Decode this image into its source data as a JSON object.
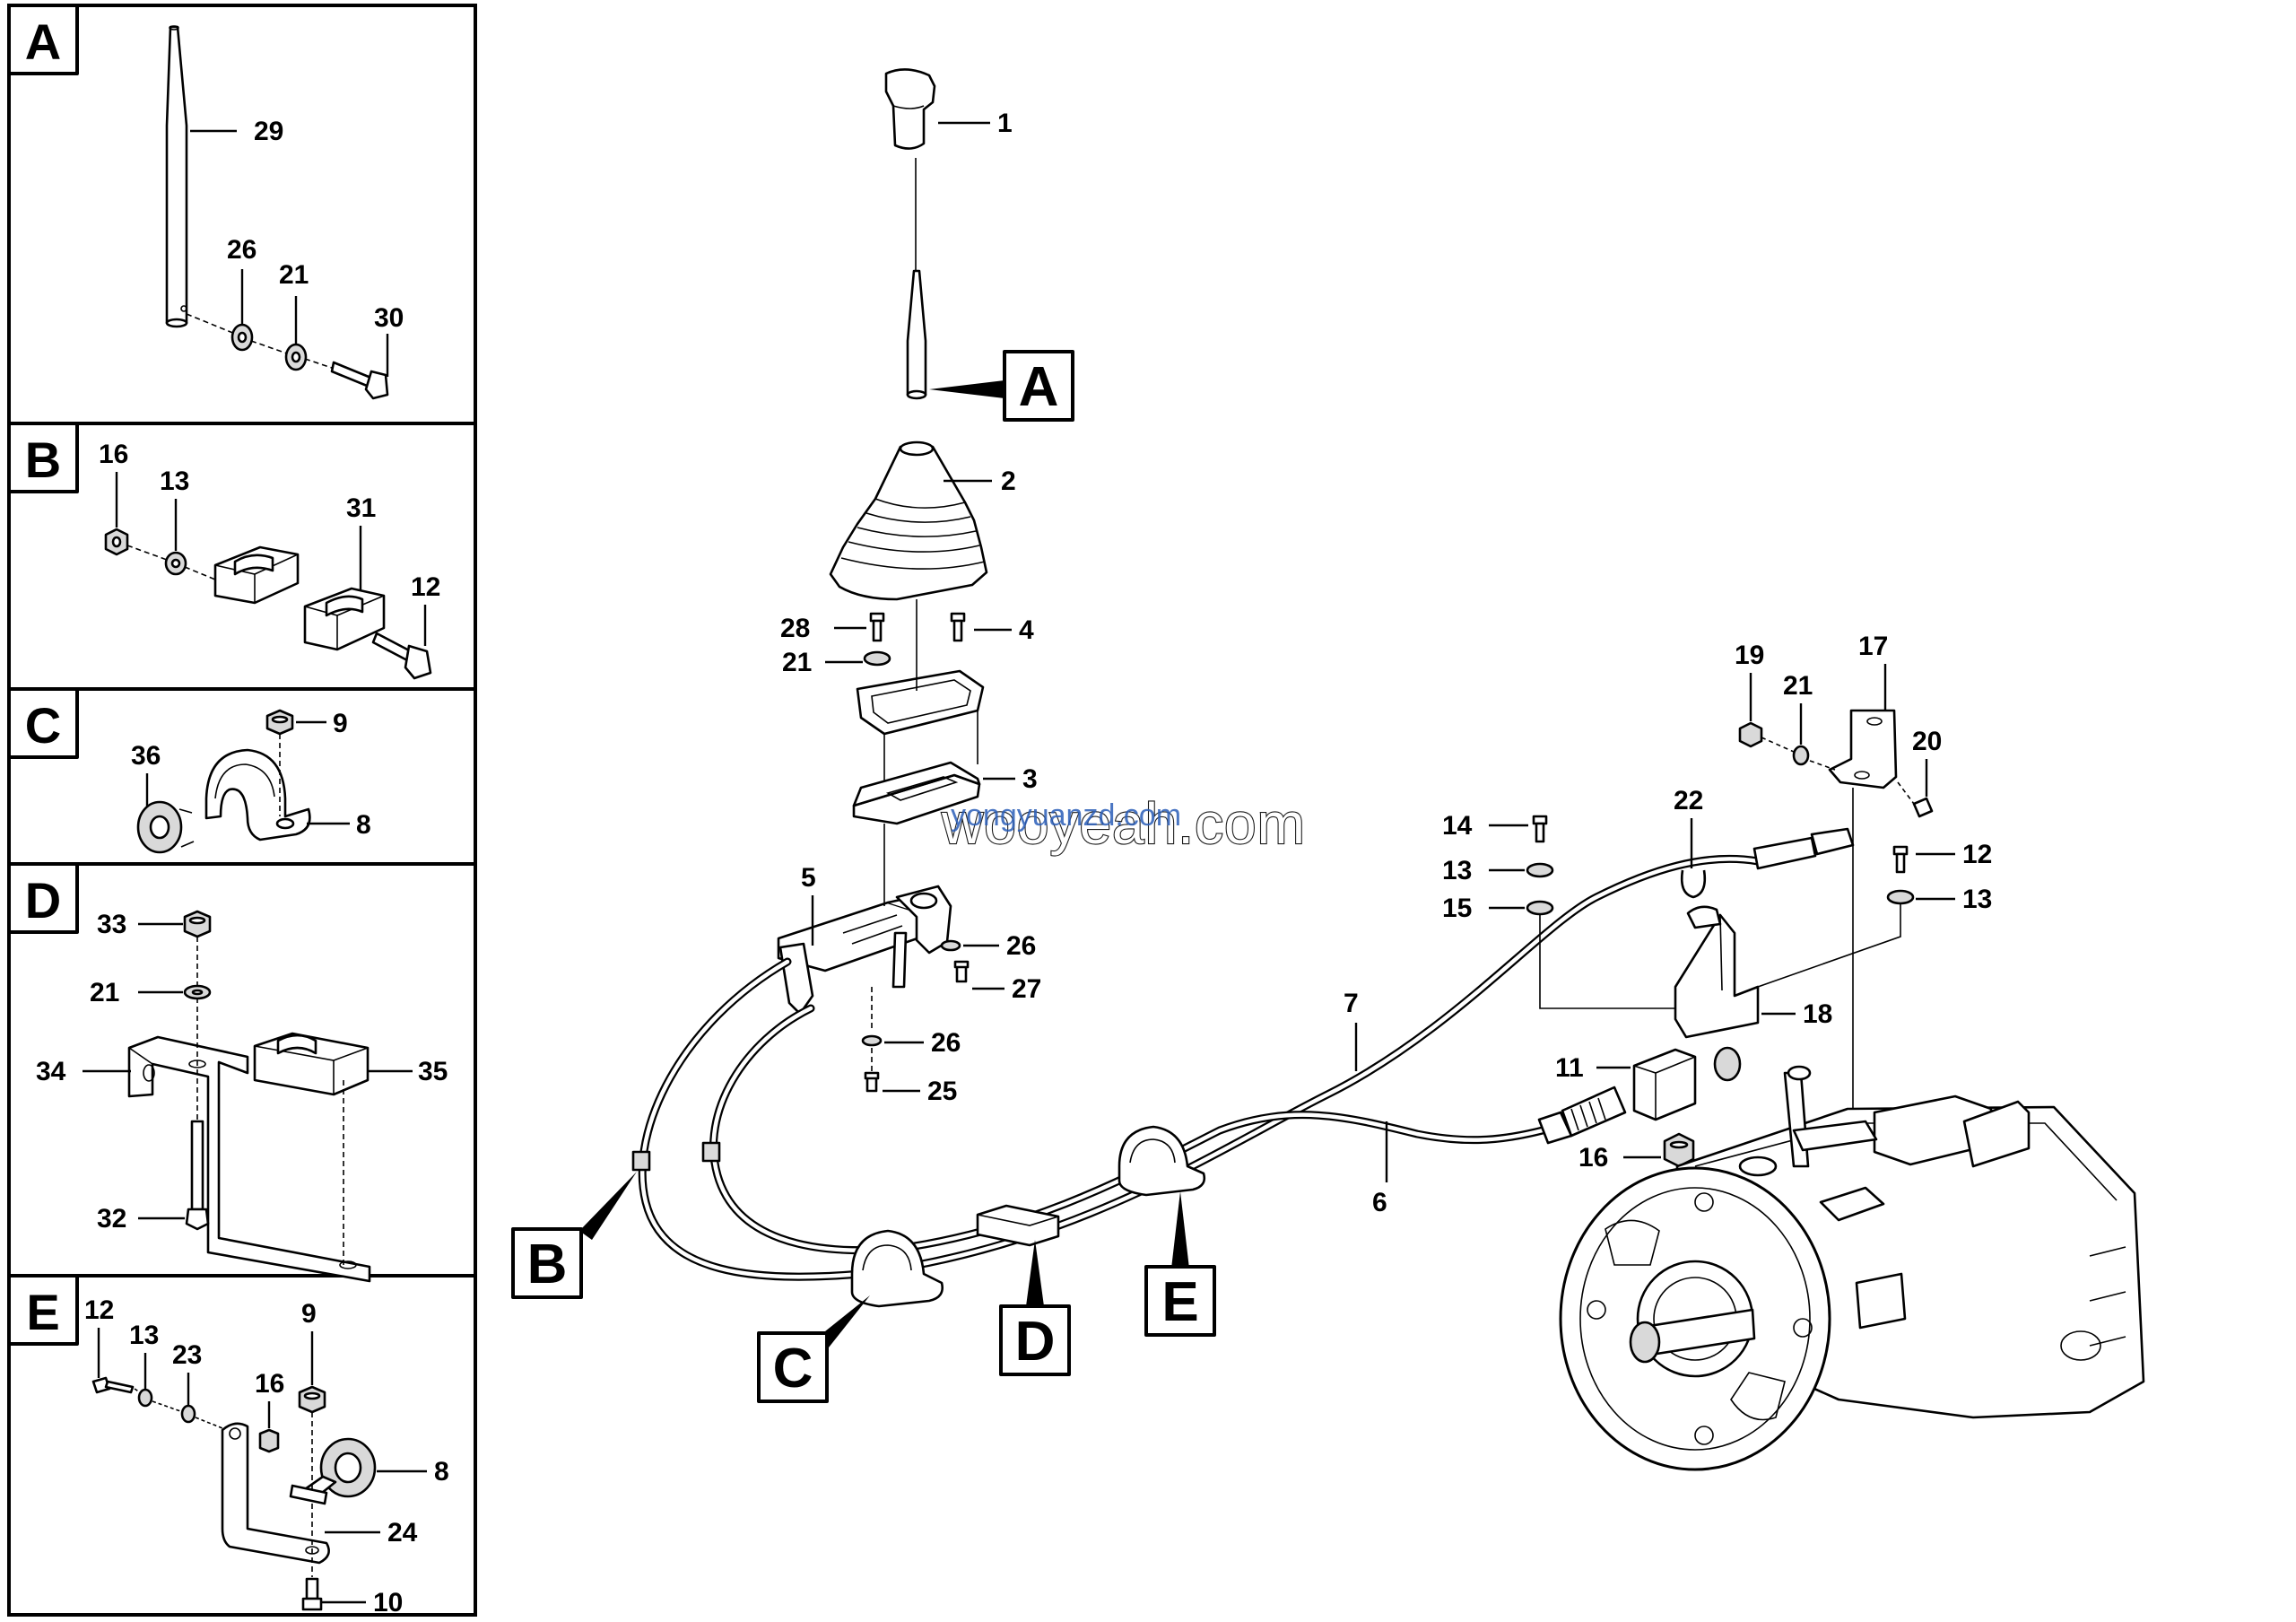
{
  "panels": [
    {
      "letter": "A",
      "labels": [
        "29",
        "26",
        "21",
        "30"
      ]
    },
    {
      "letter": "B",
      "labels": [
        "16",
        "13",
        "31",
        "12"
      ]
    },
    {
      "letter": "C",
      "labels": [
        "9",
        "36",
        "8"
      ]
    },
    {
      "letter": "D",
      "labels": [
        "33",
        "21",
        "34",
        "35",
        "32"
      ]
    },
    {
      "letter": "E",
      "labels": [
        "12",
        "13",
        "23",
        "9",
        "16",
        "8",
        "24",
        "10"
      ]
    }
  ],
  "main_labels": [
    "1",
    "A",
    "2",
    "28",
    "4",
    "21",
    "3",
    "5",
    "26",
    "27",
    "26",
    "25",
    "7",
    "6",
    "14",
    "13",
    "15",
    "22",
    "19",
    "21",
    "17",
    "20",
    "12",
    "13",
    "18",
    "11",
    "16"
  ],
  "reference_markers": [
    "B",
    "C",
    "D",
    "E"
  ],
  "watermark": {
    "main": "wooyeah.com",
    "overlay": "yongyuanzd.com"
  }
}
